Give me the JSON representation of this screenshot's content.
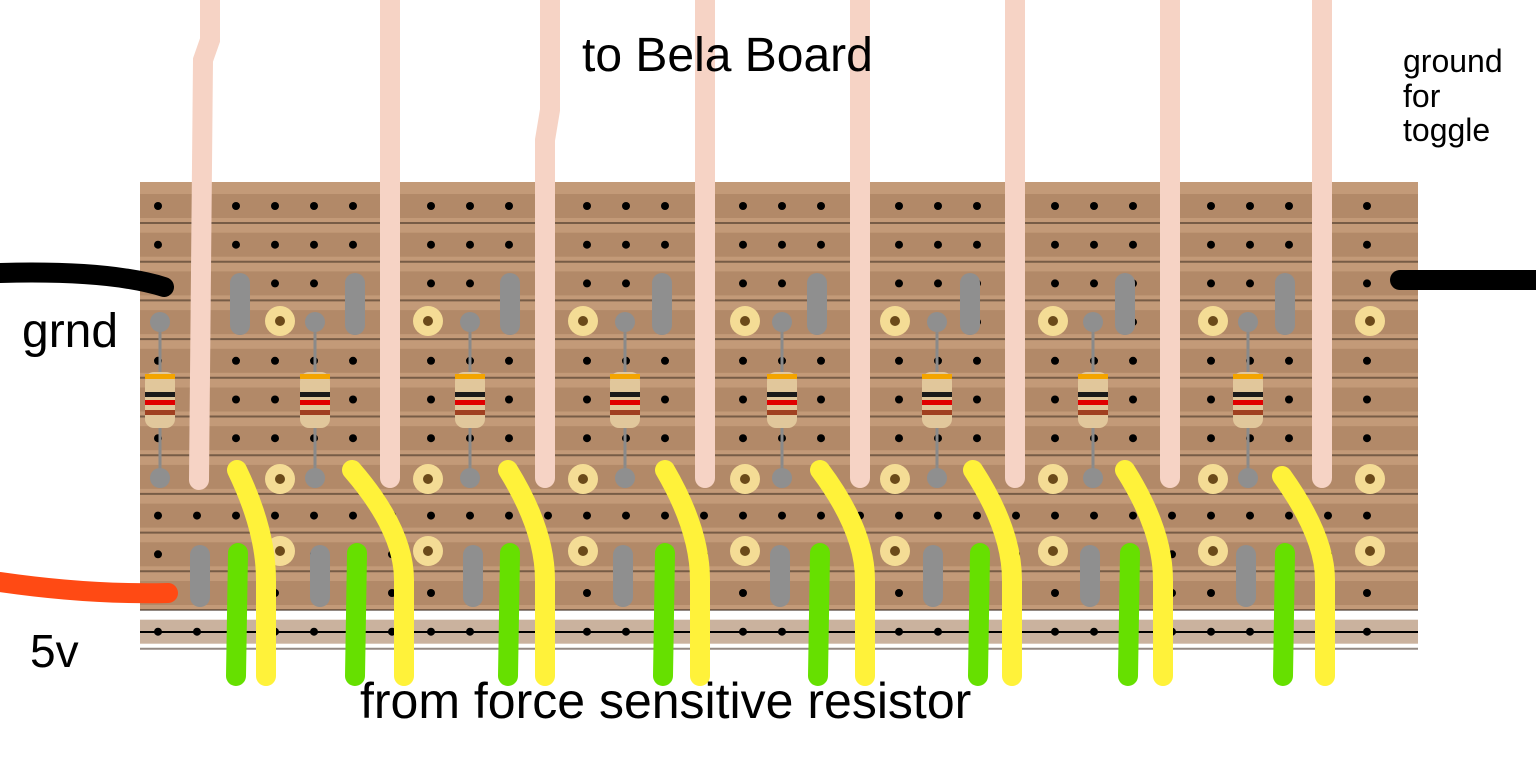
{
  "labels": {
    "top": "to Bela Board",
    "bottom": "from force sensitive resistor",
    "ground": "grnd",
    "power": "5v",
    "toggle_ground": [
      "ground",
      "for",
      "toggle"
    ]
  },
  "circuit": {
    "channel_count": 8,
    "components": [
      "stripboard",
      "resistor",
      "track-break",
      "pad",
      "wire"
    ],
    "wire_colors": {
      "to_bela": "#f6d3c5",
      "fsr_yellow": "#fff23a",
      "fsr_green": "#66e000",
      "ground": "#000000",
      "power": "#ff4a14"
    },
    "colors": {
      "board": "#c39a78",
      "strip": "#a77e5d",
      "hole": "#000000",
      "pad": "#f4dc95",
      "break": "#8f8f8f",
      "resistor_body": "#e1c79b",
      "resistor_bands": [
        "#f3a400",
        "#1a1a1a",
        "#e00000",
        "#a04020"
      ]
    }
  }
}
